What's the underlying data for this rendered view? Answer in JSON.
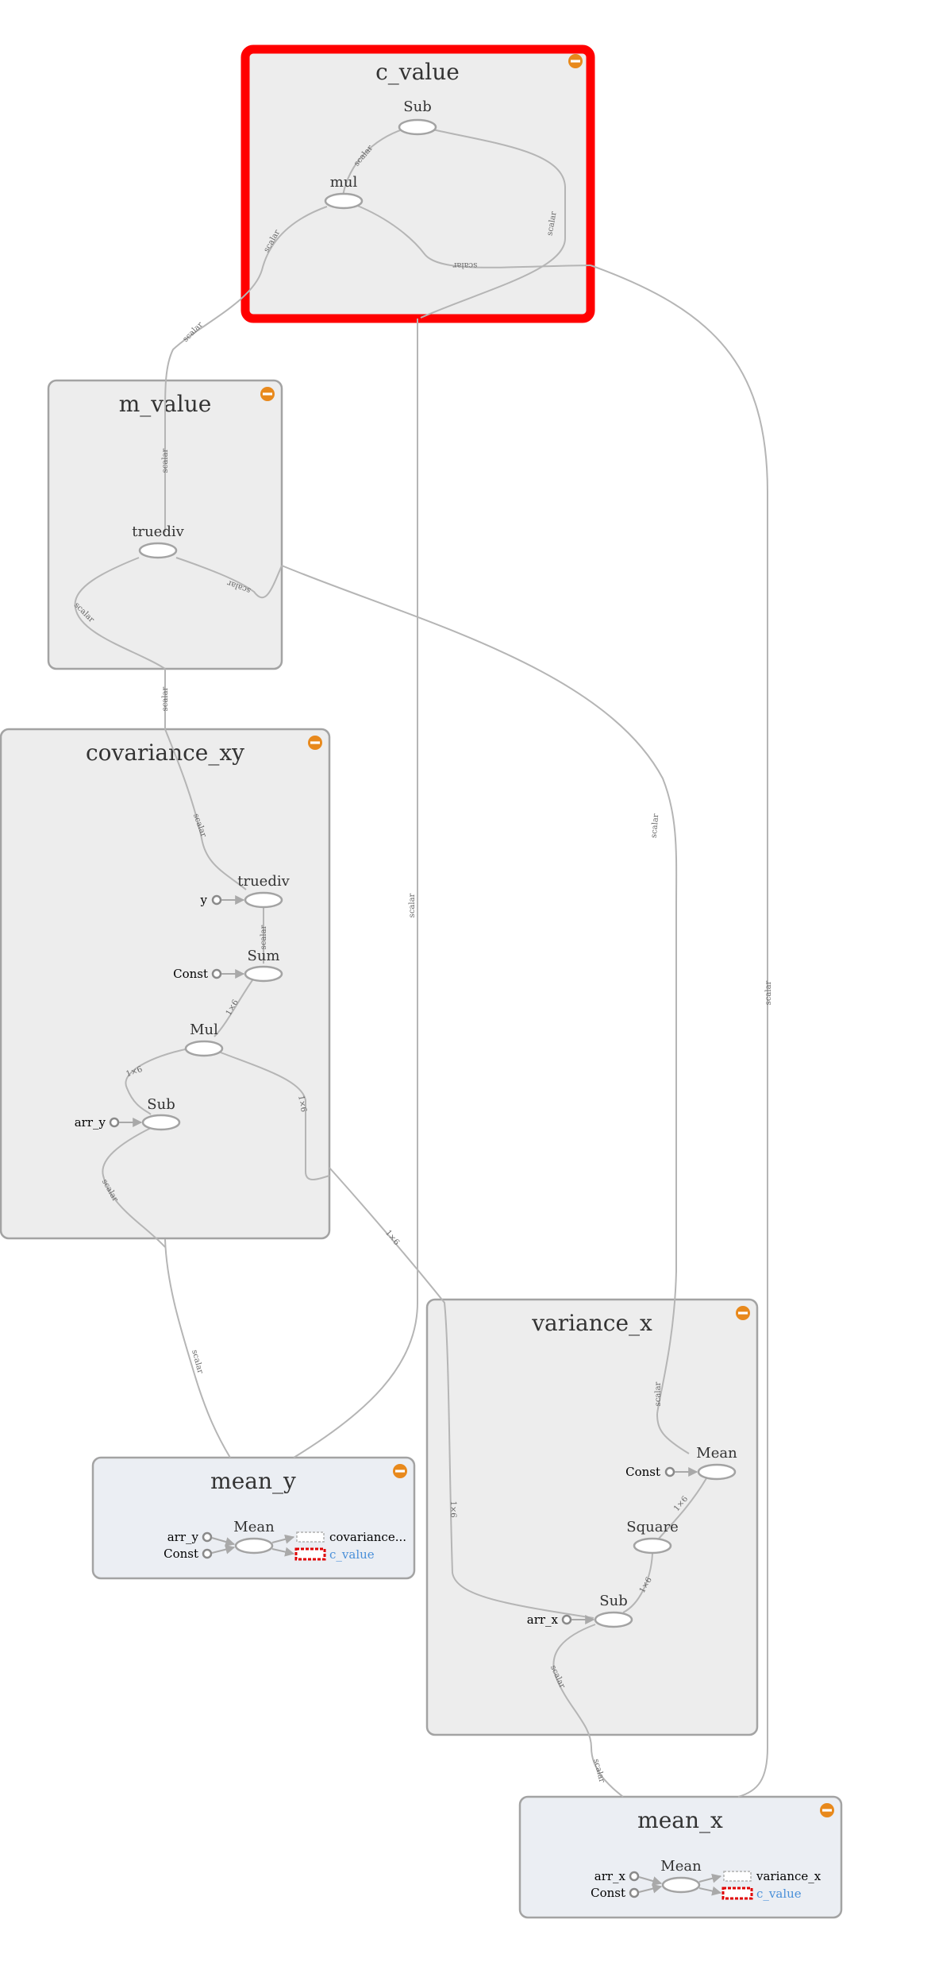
{
  "groups": {
    "c_value": {
      "title": "c_value"
    },
    "m_value": {
      "title": "m_value"
    },
    "covariance_xy": {
      "title": "covariance_xy"
    },
    "variance_x": {
      "title": "variance_x"
    },
    "mean_y": {
      "title": "mean_y"
    },
    "mean_x": {
      "title": "mean_x"
    }
  },
  "ops": {
    "c_sub": "Sub",
    "c_mul": "mul",
    "m_truediv": "truediv",
    "cov_truediv": "truediv",
    "cov_sum": "Sum",
    "cov_mul": "Mul",
    "cov_sub": "Sub",
    "var_mean": "Mean",
    "var_square": "Square",
    "var_sub": "Sub",
    "my_mean": "Mean",
    "mx_mean": "Mean"
  },
  "inputs": {
    "cov_y": "y",
    "cov_const": "Const",
    "cov_arr_y": "arr_y",
    "var_const": "Const",
    "var_arr_x": "arr_x",
    "my_arr_y": "arr_y",
    "my_const": "Const",
    "mx_arr_x": "arr_x",
    "mx_const": "Const"
  },
  "refs": {
    "my_out1": "covariance...",
    "my_out2": "c_value",
    "mx_out1": "variance_x",
    "mx_out2": "c_value"
  },
  "edge_labels": {
    "scalar": "scalar",
    "vec": "1×6"
  },
  "colors": {
    "selected_border": "#ff0000",
    "collapse_icon": "#e8891c",
    "selected_ref_text": "#4a90d9"
  }
}
